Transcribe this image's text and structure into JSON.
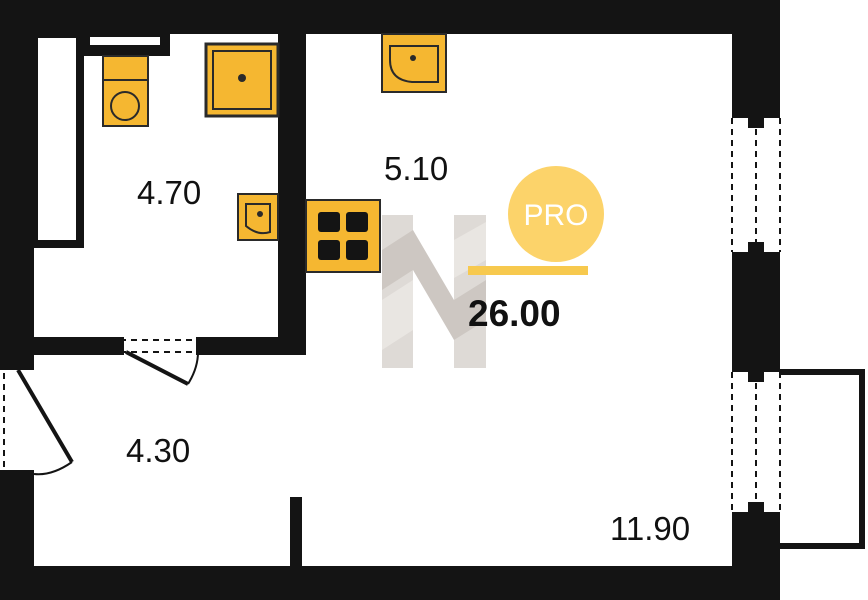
{
  "plan": {
    "rooms": [
      {
        "id": "bathroom",
        "area": "4.70"
      },
      {
        "id": "kitchen",
        "area": "5.10"
      },
      {
        "id": "hall",
        "area": "4.30"
      },
      {
        "id": "living",
        "area": "11.90"
      }
    ],
    "total_area": "26.00",
    "badge": "PRO",
    "colors": {
      "wall": "#141414",
      "fixture": "#F5B731",
      "fixture_outline": "#2a2a2a",
      "badge": "#FCD36A",
      "accent_line": "#F7C94E",
      "watermark": "#cfc9c4"
    },
    "icons": [
      "toilet-icon",
      "shower-tray-icon",
      "washbasin-icon",
      "kitchen-sink-icon",
      "stove-icon",
      "watermark-logo"
    ]
  }
}
